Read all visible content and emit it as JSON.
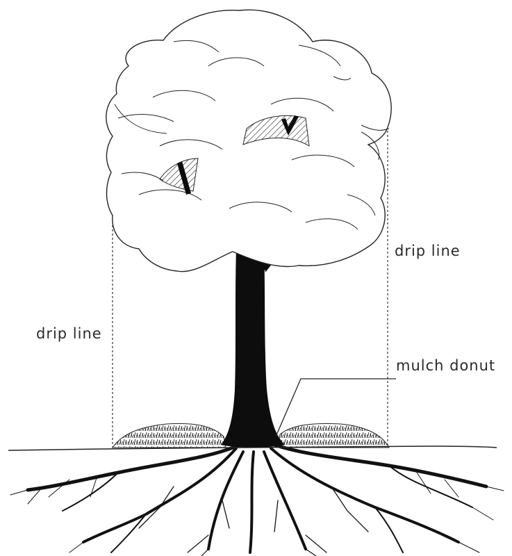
{
  "labels": {
    "drip_line_right": "drip line",
    "drip_line_left": "drip line",
    "mulch_donut": "mulch donut"
  },
  "colors": {
    "ink": "#111111",
    "background": "#ffffff",
    "label_text": "#2a2a2a"
  }
}
